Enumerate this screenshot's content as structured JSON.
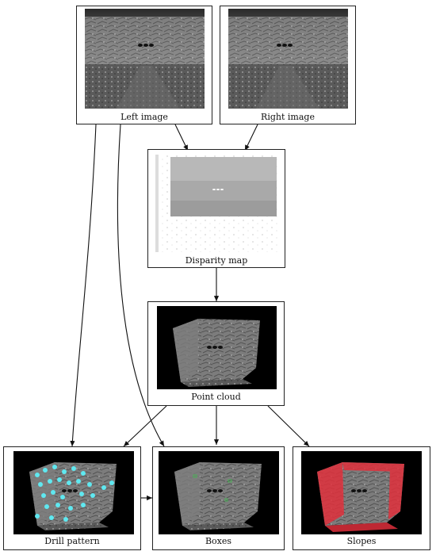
{
  "nodes": {
    "left_image": "Left image",
    "right_image": "Right image",
    "disparity_map": "Disparity map",
    "point_cloud": "Point cloud",
    "drill_pattern": "Drill pattern",
    "boxes": "Boxes",
    "slopes": "Slopes"
  },
  "colors": {
    "edge": "#111111",
    "drill_marker": "#5fe8f0",
    "slope_overlay": "#e0303c",
    "box_marker": "#3fbf4f"
  }
}
